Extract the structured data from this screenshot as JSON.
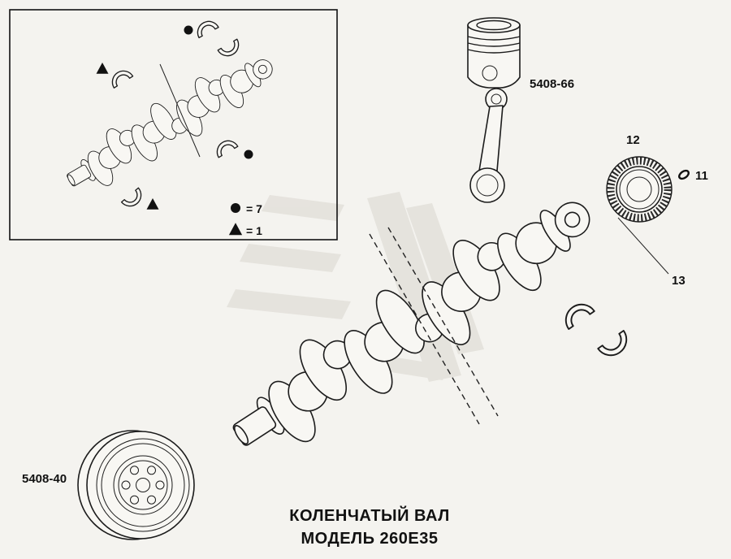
{
  "colors": {
    "background": "#f4f3ef",
    "ink": "#1c1c1c",
    "watermark": "#dcd9d2"
  },
  "inset_legend": {
    "circle_symbol": "●",
    "circle_value": "= 7",
    "triangle_symbol": "▲",
    "triangle_value": "= 1"
  },
  "labels": {
    "piston_assembly": "5408-66",
    "timing_gear": "12",
    "oring": "11",
    "bearing_leader": "13",
    "pulley": "5408-40"
  },
  "title": {
    "line1": "КОЛЕНЧАТЫЙ ВАЛ",
    "line2": "МОДЕЛЬ 260Е35"
  }
}
